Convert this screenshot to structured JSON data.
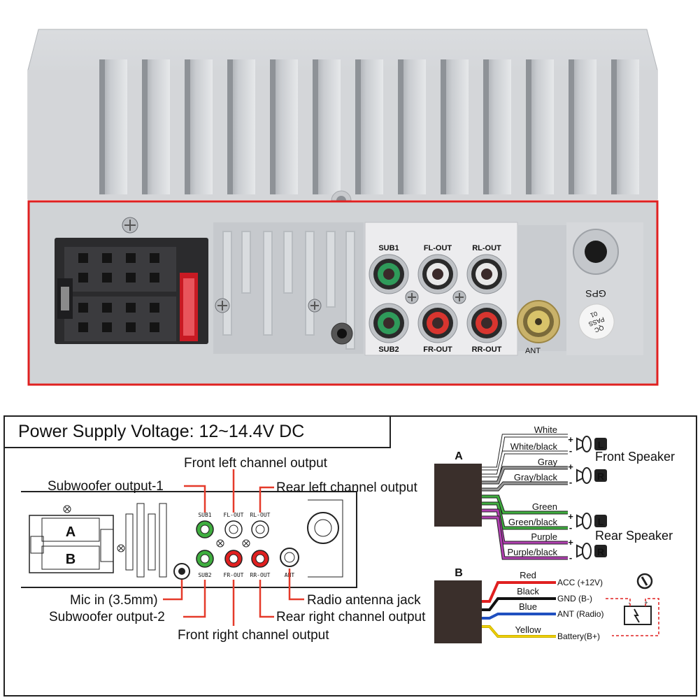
{
  "photo": {
    "labels": {
      "sub1": "SUB1",
      "fl_out": "FL-OUT",
      "rl_out": "RL-OUT",
      "sub2": "SUB2",
      "fr_out": "FR-OUT",
      "rr_out": "RR-OUT",
      "ant": "ANT",
      "gps": "GPS",
      "qc_1": "QC",
      "qc_2": "PASS",
      "qc_3": "01"
    }
  },
  "diagram": {
    "title": "Power Supply Voltage: 12~14.4V DC",
    "callouts": {
      "front_left": "Front left channel output",
      "subwoofer1": "Subwoofer output-1",
      "rear_left": "Rear left channel output",
      "mic": "Mic in (3.5mm)",
      "subwoofer2": "Subwoofer output-2",
      "radio_antenna": "Radio antenna jack",
      "rear_right": "Rear right channel output",
      "front_right": "Front right channel output"
    },
    "unit_labels": {
      "A": "A",
      "B": "B",
      "sub1": "SUB1",
      "fl_out": "FL-OUT",
      "rl_out": "RL-OUT",
      "sub2": "SUB2",
      "fr_out": "FR-OUT",
      "rr_out": "RR-OUT",
      "ant": "ANT"
    },
    "wiring": {
      "block_a": "A",
      "block_b": "B",
      "front_speaker": "Front Speaker",
      "rear_speaker": "Rear Speaker",
      "wires_a": [
        {
          "label": "White",
          "color": "#ffffff"
        },
        {
          "label": "White/black",
          "color": "#ffffff"
        },
        {
          "label": "Gray",
          "color": "#9a9a9a"
        },
        {
          "label": "Gray/black",
          "color": "#9a9a9a"
        },
        {
          "label": "Green",
          "color": "#3fae3f"
        },
        {
          "label": "Green/black",
          "color": "#3fae3f"
        },
        {
          "label": "Purple",
          "color": "#b040b0"
        },
        {
          "label": "Purple/black",
          "color": "#b040b0"
        }
      ],
      "wires_b": [
        {
          "label": "Red",
          "color": "#e02020",
          "dest": "ACC (+12V)"
        },
        {
          "label": "Black",
          "color": "#111111",
          "dest": "GND (B-)"
        },
        {
          "label": "Blue",
          "color": "#2050c0",
          "dest": "ANT (Radio)"
        },
        {
          "label": "Yellow",
          "color": "#f0d000",
          "dest": "Battery(B+)"
        }
      ],
      "plus": "+",
      "minus": "-",
      "L": "L",
      "R": "R"
    }
  }
}
